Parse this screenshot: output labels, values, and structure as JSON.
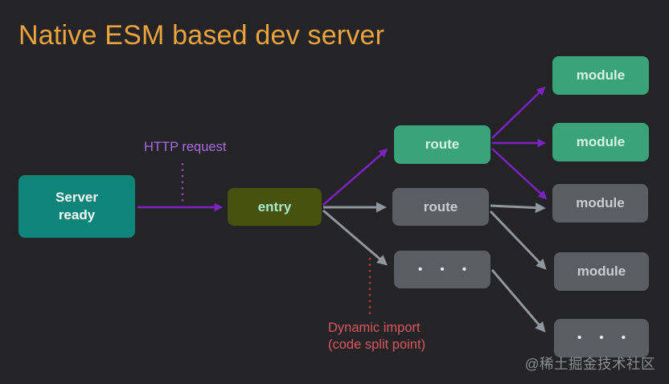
{
  "title": "Native ESM based dev server",
  "nodes": {
    "server_ready": {
      "label": "Server\nready",
      "color_role": "teal"
    },
    "entry": {
      "label": "entry",
      "color_role": "olive"
    },
    "route_top": {
      "label": "route",
      "color_role": "green"
    },
    "route_mid": {
      "label": "route",
      "color_role": "gray"
    },
    "dots_mid": {
      "label": "• • •",
      "color_role": "gray"
    },
    "module_1": {
      "label": "module",
      "color_role": "green"
    },
    "module_2": {
      "label": "module",
      "color_role": "green"
    },
    "module_3": {
      "label": "module",
      "color_role": "gray"
    },
    "module_4": {
      "label": "module",
      "color_role": "gray"
    },
    "dots_bottom": {
      "label": "• • •",
      "color_role": "gray"
    }
  },
  "edges": [
    {
      "from": "server_ready",
      "to": "entry",
      "style": "solid-purple"
    },
    {
      "from": "entry",
      "to": "route_top",
      "style": "solid-purple"
    },
    {
      "from": "entry",
      "to": "route_mid",
      "style": "solid-gray"
    },
    {
      "from": "entry",
      "to": "dots_mid",
      "style": "solid-gray"
    },
    {
      "from": "route_top",
      "to": "module_1",
      "style": "solid-purple"
    },
    {
      "from": "route_top",
      "to": "module_2",
      "style": "solid-purple"
    },
    {
      "from": "route_top",
      "to": "module_3",
      "style": "solid-purple"
    },
    {
      "from": "route_mid",
      "to": "module_3",
      "style": "solid-gray"
    },
    {
      "from": "route_mid",
      "to": "module_4",
      "style": "solid-gray"
    },
    {
      "from": "dots_mid",
      "to": "dots_bottom",
      "style": "solid-gray"
    }
  ],
  "annotations": {
    "http_request": "HTTP request",
    "dynamic_import": "Dynamic import\n(code split point)",
    "watermark": "@稀土掘金技术社区"
  },
  "colors": {
    "bg": "#242427",
    "title": "#EBA33D",
    "teal": "#0F8478",
    "olive": "#47520F",
    "green": "#3BA37A",
    "graybox": "#5A5E62",
    "purple": "#7C22BE",
    "purple_label": "#A76BE0",
    "purple_dash": "#8B46B3",
    "gray_arrow": "#8F969C",
    "red_label": "#D9565F",
    "red_dash": "#B2383F",
    "white_text": "#F4F6F5",
    "mint_text": "#A9EACB",
    "palegreen_text": "#D7F1E4",
    "gray_text": "#CBCED1",
    "dots_text": "#E6E8E7",
    "watermark": "#AEB1B4"
  }
}
